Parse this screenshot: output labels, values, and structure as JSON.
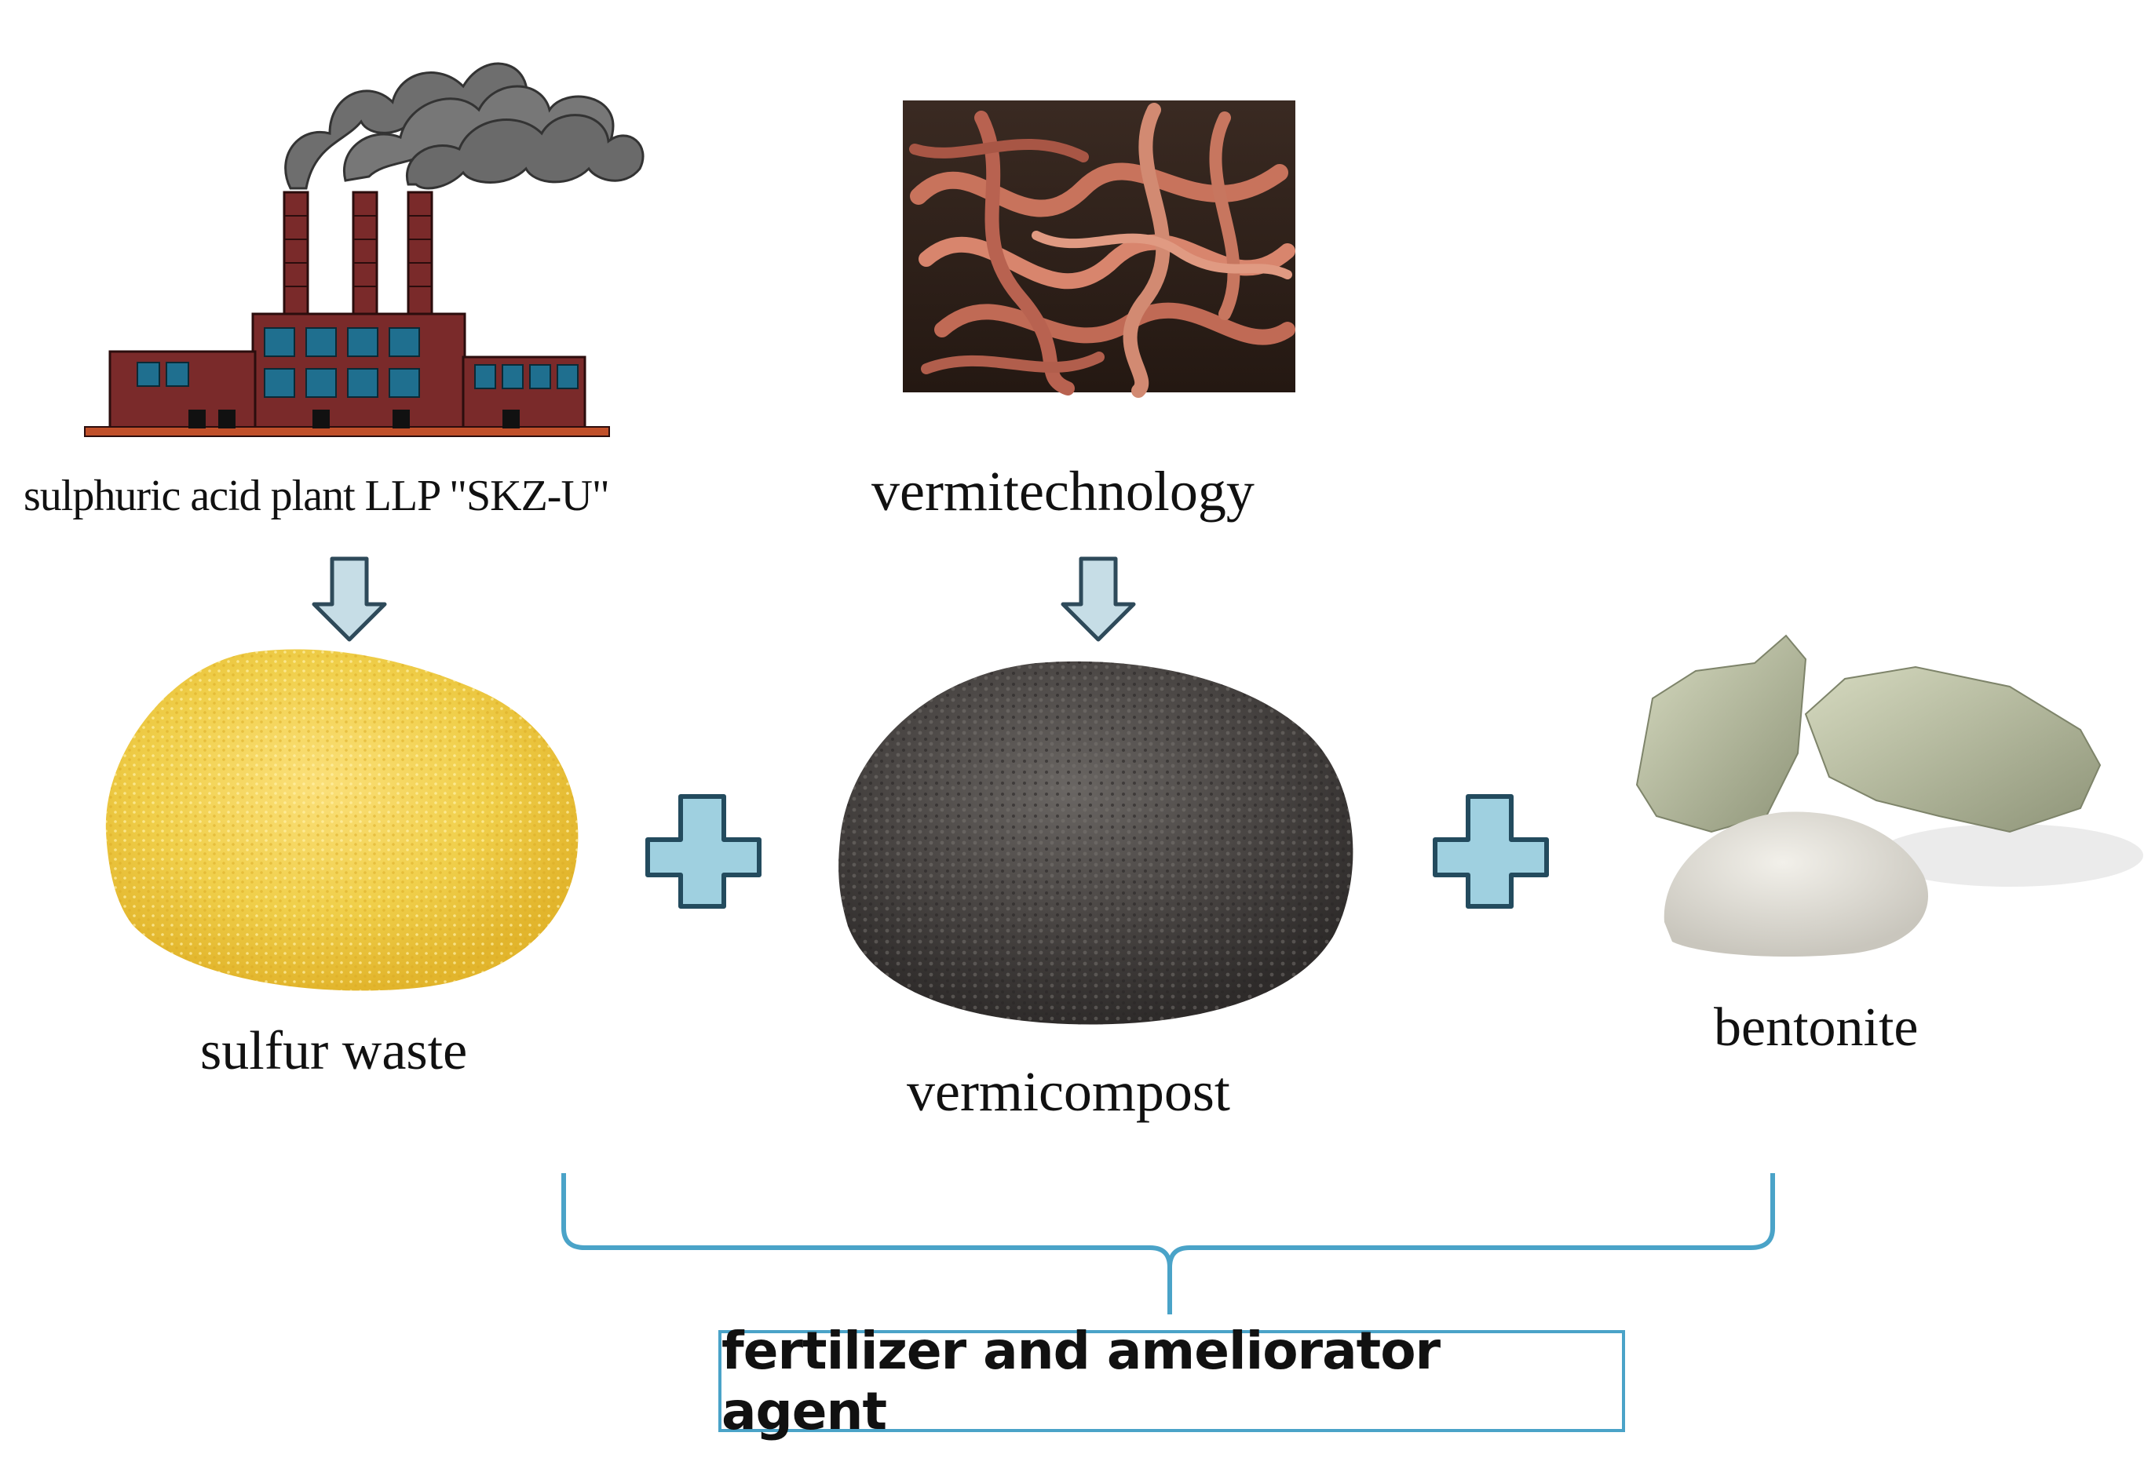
{
  "sources": {
    "plant_label": "sulphuric acid plant LLP  \"SKZ-U\"",
    "vermi_label": "vermitechnology"
  },
  "ingredients": {
    "sulfur_label": "sulfur waste",
    "vermicompost_label": "vermicompost",
    "bentonite_label": "bentonite"
  },
  "result": {
    "label": "fertilizer and ameliorator agent"
  },
  "colors": {
    "arrow_fill": "#c6dde6",
    "arrow_stroke": "#2e4a5a",
    "plus_fill": "#9fd0e0",
    "plus_stroke": "#234b5e",
    "bracket": "#4aa3c8",
    "factory_brick": "#7a2a2a",
    "factory_window": "#1f6f8f",
    "smoke": "#707070",
    "sulfur": "#f0cf4a",
    "compost": "#4a4644",
    "bentonite_rock": "#b7bd9c"
  },
  "icons": [
    "factory-icon",
    "worms-photo",
    "down-arrow-icon",
    "plus-icon",
    "sulfur-pile-image",
    "compost-pile-image",
    "bentonite-image"
  ]
}
